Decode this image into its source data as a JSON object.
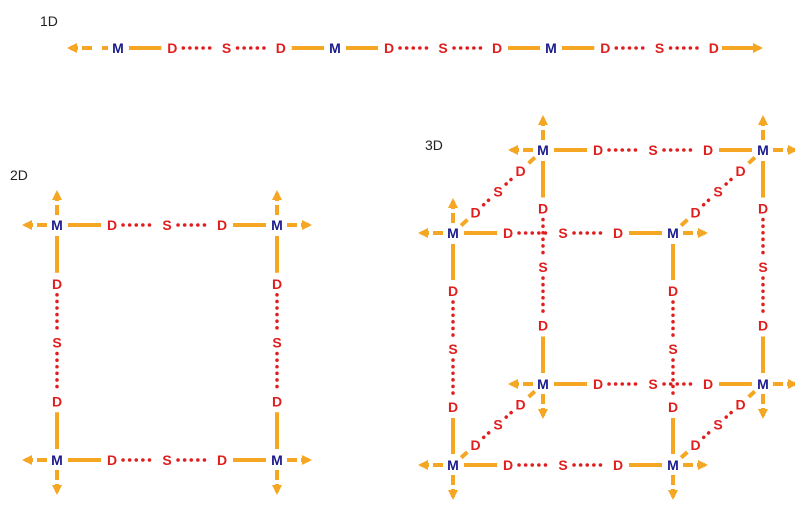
{
  "labels": {
    "one_d": "1D",
    "two_d": "2D",
    "three_d": "3D"
  },
  "node_letters": {
    "metal": "M",
    "donor": "D",
    "spacer": "S"
  },
  "colors": {
    "orange": "#f5a623",
    "red": "#e01e1e",
    "blue": "#1a1a8c",
    "text": "#222222"
  }
}
